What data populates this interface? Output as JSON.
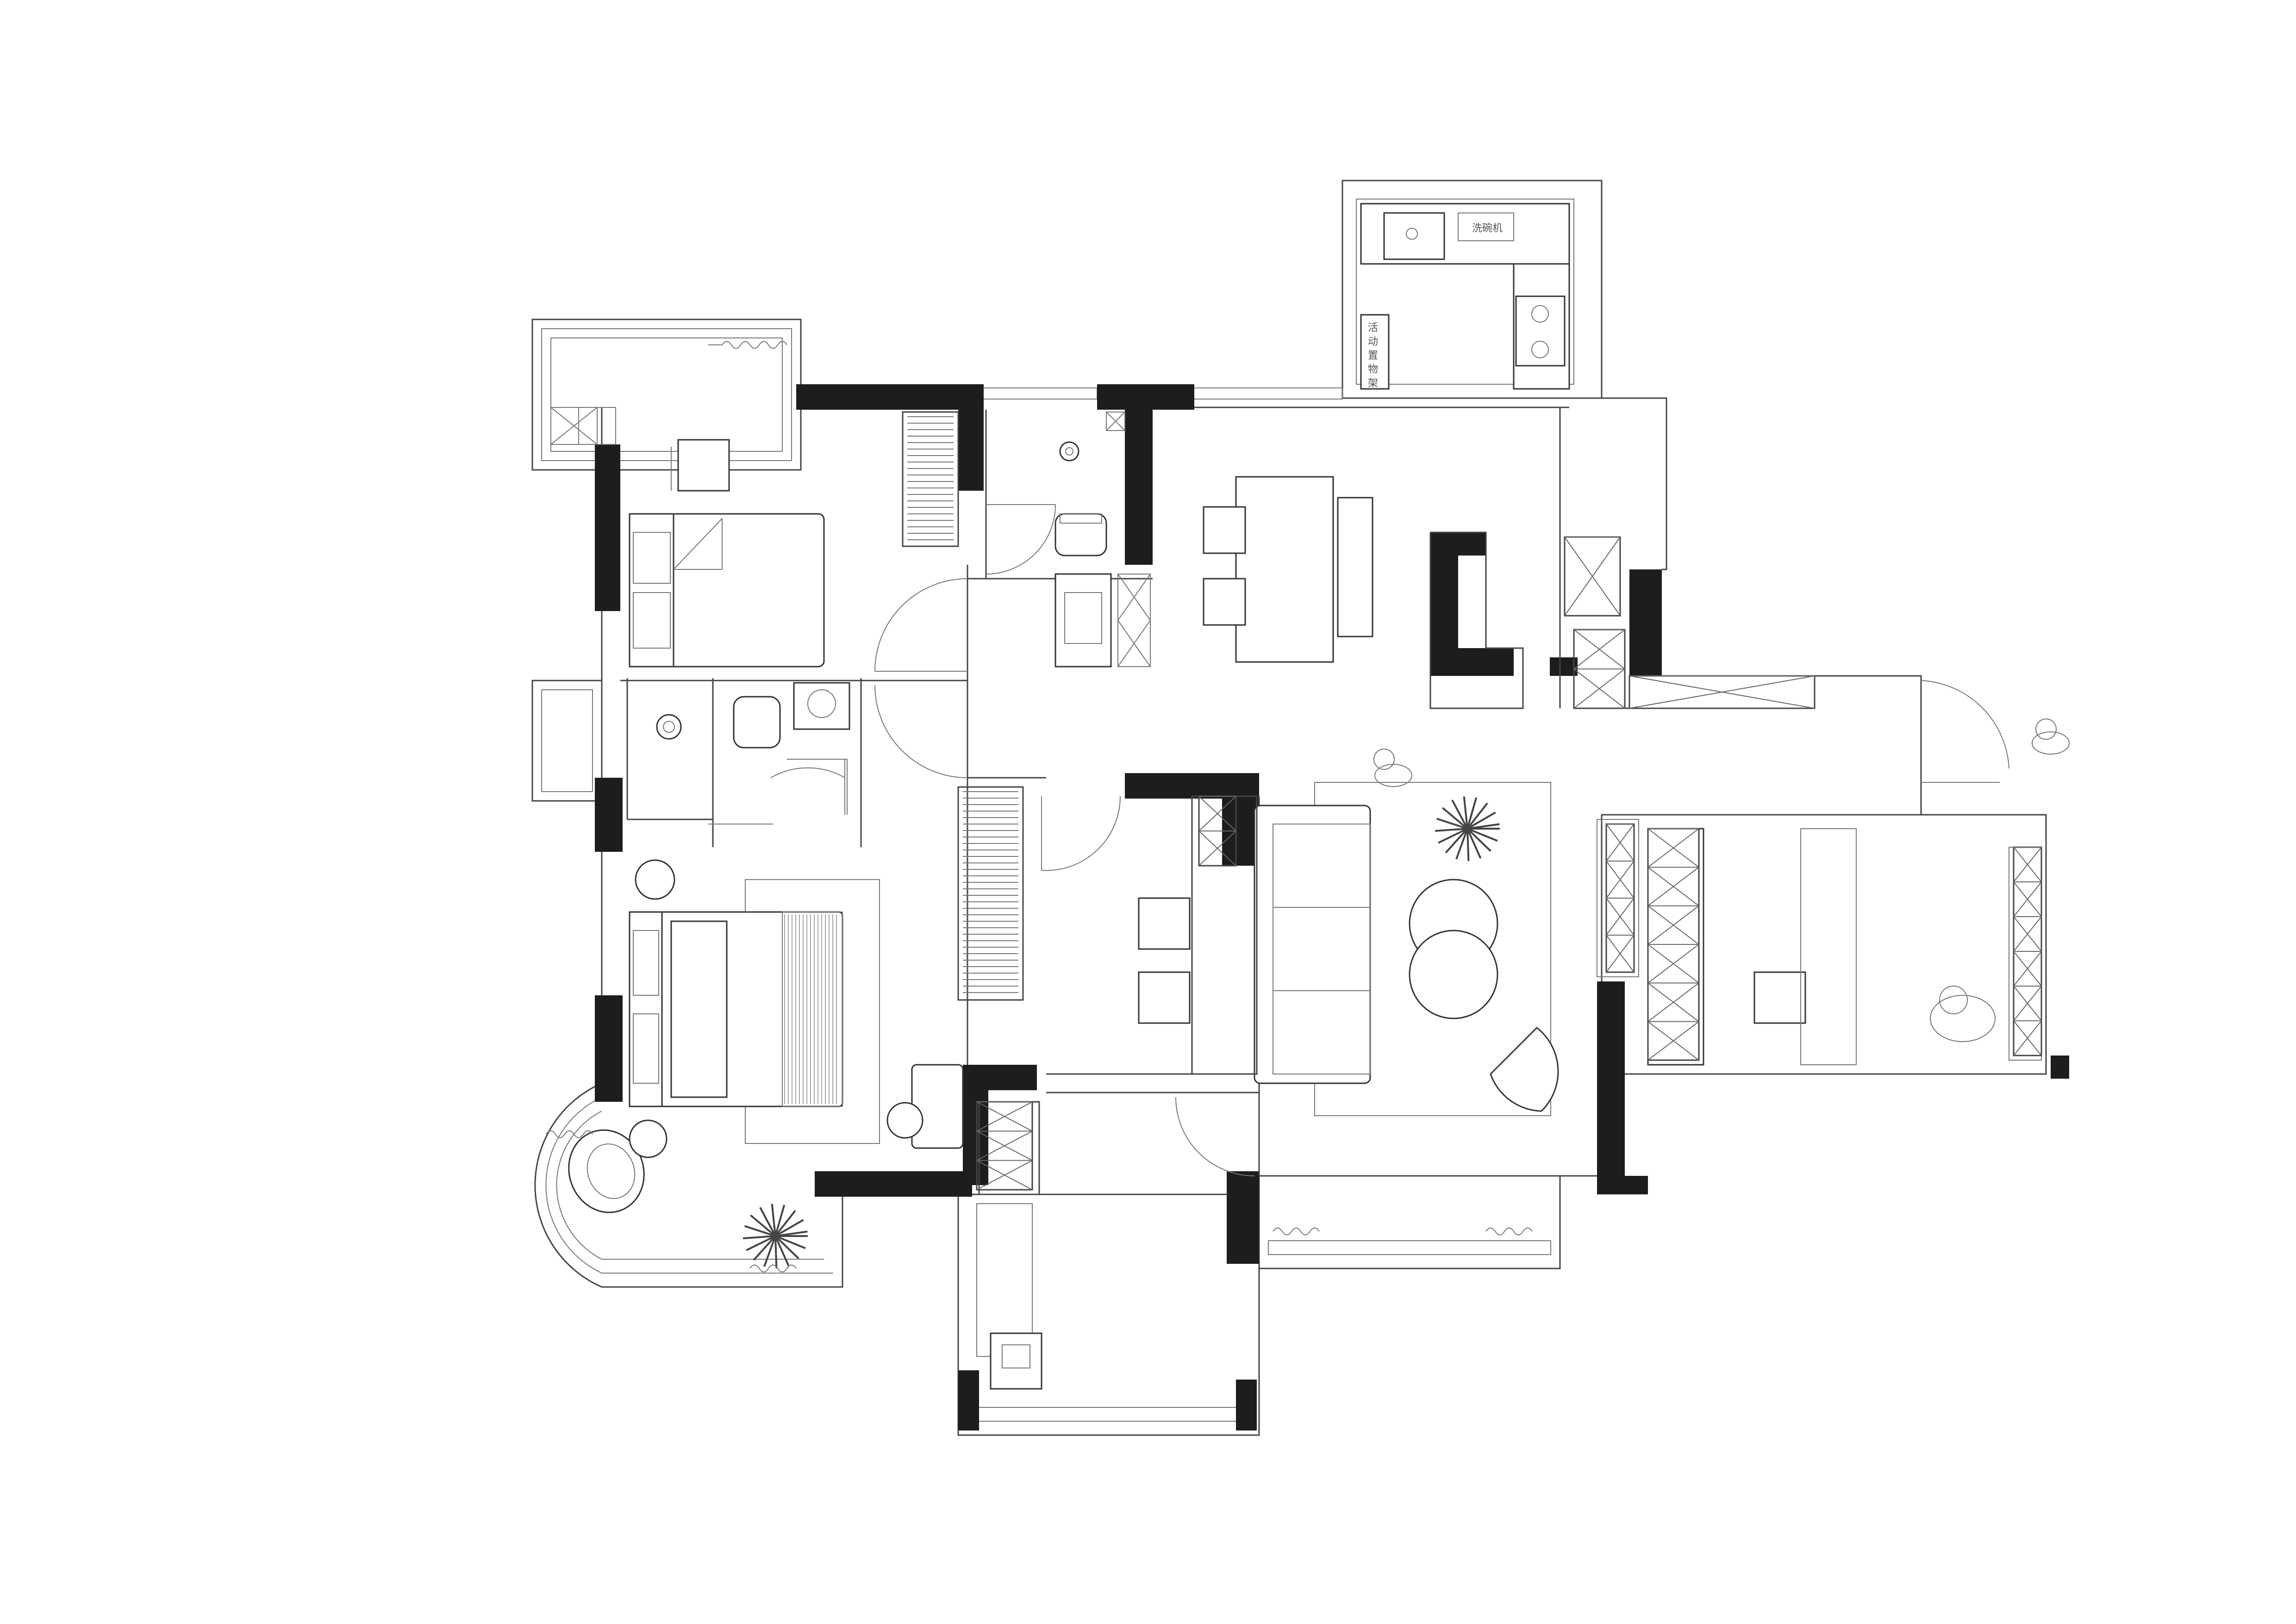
{
  "labels": {
    "dishwasher": "洗碗机",
    "cabinet": [
      "活",
      "动",
      "置",
      "物",
      "架"
    ]
  },
  "colors": {
    "wall": "#1d1d1d",
    "line": "#444444",
    "background": "#ffffff"
  }
}
